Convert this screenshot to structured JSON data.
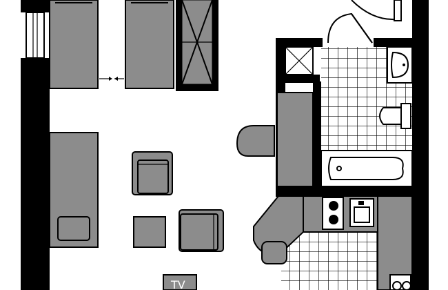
{
  "plan": {
    "tv_label": "TV"
  },
  "colors": {
    "wall": "#000000",
    "furniture": "#8c8c8c",
    "background": "#ffffff"
  },
  "icons": [
    "door-arc",
    "shower-tray",
    "washbasin",
    "toilet",
    "bathtub",
    "stove",
    "sink",
    "wardrobe"
  ]
}
